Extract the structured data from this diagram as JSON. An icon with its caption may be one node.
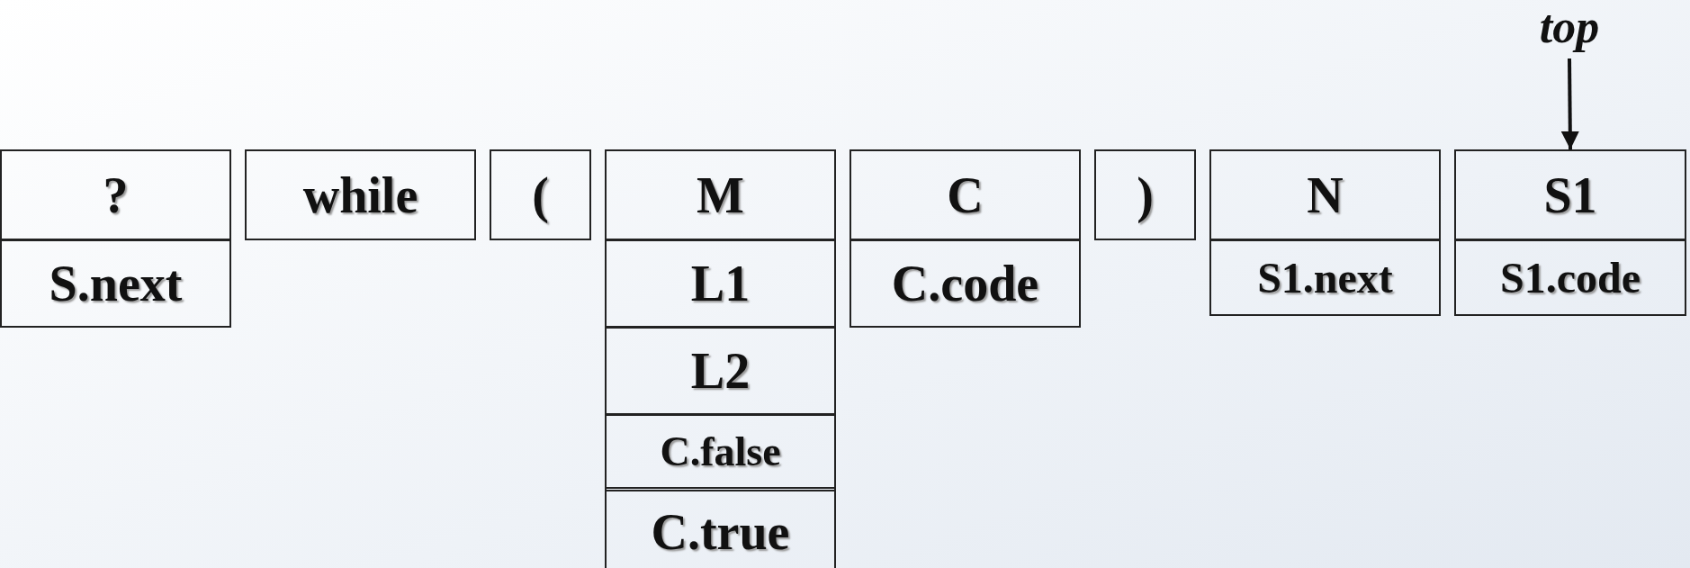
{
  "diagram": {
    "nodes": [
      {
        "text": [
          "?",
          "S.next"
        ]
      },
      {
        "text": [
          "while"
        ]
      },
      {
        "text": [
          "("
        ]
      },
      {
        "text": [
          "M",
          "L1",
          "L2",
          "C.false",
          "C.true"
        ]
      },
      {
        "text": [
          "C",
          "C.code"
        ]
      },
      {
        "text": [
          ")"
        ]
      },
      {
        "text": [
          "N",
          "S1.next"
        ]
      },
      {
        "text": [
          "S1",
          "S1.code"
        ]
      },
      {
        "text": [
          "top"
        ]
      }
    ],
    "edges": [
      {
        "from": 8,
        "to": 7,
        "arrow": "to"
      }
    ]
  }
}
